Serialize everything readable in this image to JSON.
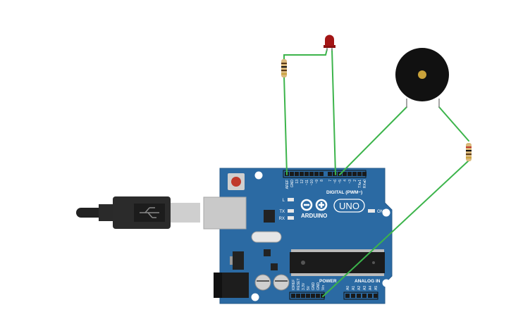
{
  "board": {
    "brand": "ARDUINO",
    "model": "UNO",
    "digital_header": "DIGITAL (PWM~)",
    "power_header": "POWER",
    "analog_header": "ANALOG IN",
    "on_label": "ON",
    "led_labels": [
      "L",
      "TX",
      "RX"
    ],
    "digital_pins": [
      "AREF",
      "GND",
      "13",
      "12",
      "~11",
      "~10",
      "~9",
      "8",
      "7",
      "~6",
      "~5",
      "4",
      "~3",
      "2",
      "TX▸1",
      "RX◂0"
    ],
    "power_pins": [
      "IOREF",
      "RESET",
      "3.3V",
      "5V",
      "GND",
      "GND",
      "Vin"
    ],
    "analog_pins": [
      "A0",
      "A1",
      "A2",
      "A3",
      "A4",
      "A5"
    ]
  },
  "colors": {
    "board": "#2b6aa3",
    "wire": "#3cb44b",
    "led": "#a31515",
    "buzzer": "#111111",
    "resistor": "#d9b87a",
    "usb_cable": "#222222"
  },
  "components": {
    "led": "red-led",
    "resistors": [
      "resistor-led",
      "resistor-buzzer"
    ],
    "buzzer": "piezo-buzzer",
    "cable": "usb-cable"
  }
}
